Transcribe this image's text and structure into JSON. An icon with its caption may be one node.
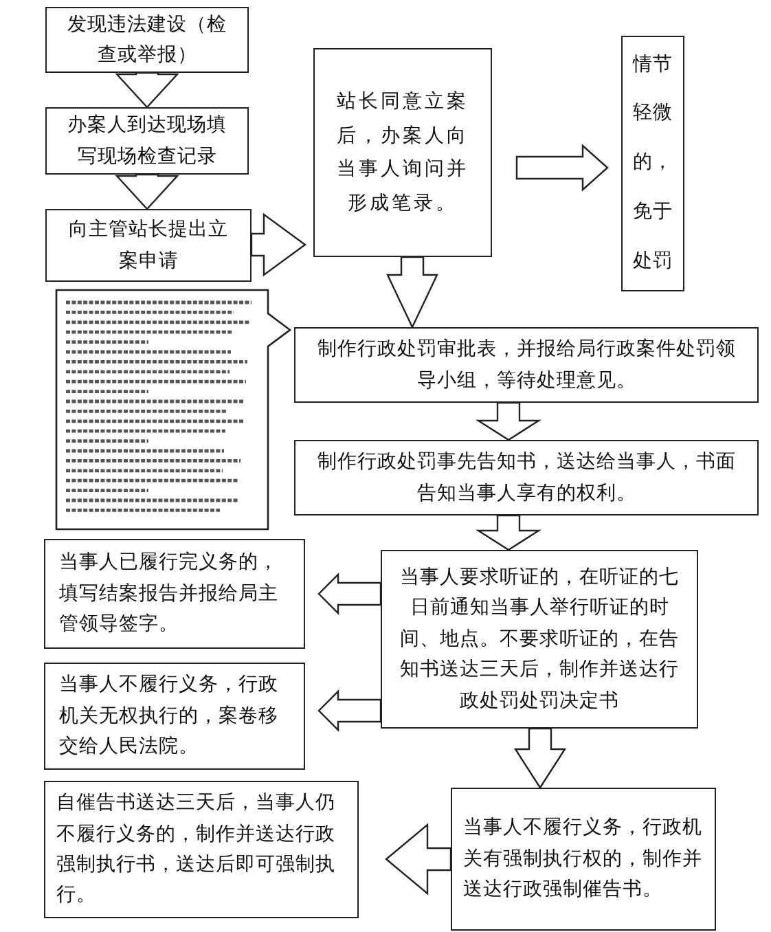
{
  "diagram": {
    "nodes": [
      {
        "text": [
          "发现违法建设（检查或举报）"
        ]
      },
      {
        "text": [
          "办案人到达现场填写现场检查记录"
        ]
      },
      {
        "text": [
          "向主管站长提出立案申请"
        ]
      },
      {
        "text": [
          "站长同意立案后，办案人向当事人询问并形成笔录。"
        ]
      },
      {
        "text": [
          "情节轻微的，免于处罚"
        ]
      },
      {
        "text": [],
        "shape": "picture"
      },
      {
        "text": [
          "制作行政处罚审批表，并报给局行政案件处罚领导小组，等待处理意见。"
        ]
      },
      {
        "text": [
          "制作行政处罚事先告知书，送达给当事人，书面告知当事人享有的权利。"
        ]
      },
      {
        "text": [
          "当事人已履行完义务的，填写结案报告并报给局主管领导签字。"
        ]
      },
      {
        "text": [
          "当事人要求听证的，在听证的七日前通知当事人举行听证的时间、地点。不要求听证的，在告知书送达三天后，制作并送达行政处罚处罚决定书"
        ]
      },
      {
        "text": [
          "当事人不履行义务，行政机关无权执行的，案卷移交给人民法院。"
        ]
      },
      {
        "text": [
          "自催告书送达三天后，当事人仍不履行义务的，制作并送达行政强制执行书，送达后即可强制执行。"
        ]
      },
      {
        "text": [
          "当事人不履行义务，行政机关有强制执行权的，制作并送达行政强制催告书。"
        ]
      }
    ],
    "edges": [
      {
        "from": 0,
        "to": 1,
        "arrow": "to"
      },
      {
        "from": 1,
        "to": 2,
        "arrow": "to"
      },
      {
        "from": 2,
        "to": 3,
        "arrow": "to"
      },
      {
        "from": 3,
        "to": 4,
        "arrow": "to"
      },
      {
        "from": 3,
        "to": 6,
        "arrow": "to"
      },
      {
        "from": 6,
        "to": 7,
        "arrow": "to"
      },
      {
        "from": 7,
        "to": 9,
        "arrow": "to"
      },
      {
        "from": 9,
        "to": 8,
        "arrow": "to"
      },
      {
        "from": 9,
        "to": 10,
        "arrow": "to"
      },
      {
        "from": 9,
        "to": 12,
        "arrow": "to"
      },
      {
        "from": 12,
        "to": 11,
        "arrow": "to"
      }
    ]
  }
}
